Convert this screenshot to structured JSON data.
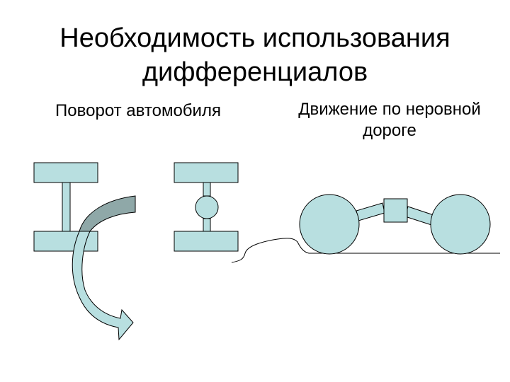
{
  "slide": {
    "title_line1": "Необходимость использования",
    "title_line2": "дифференциалов",
    "turn_label": "Поворот автомобиля",
    "rough_label_line1": "Движение по неровной",
    "rough_label_line2": "дороге"
  },
  "colors": {
    "fill": "#b8dfe0",
    "arrow_dark": "#8fa8a8",
    "stroke": "#000000",
    "background": "#ffffff"
  }
}
